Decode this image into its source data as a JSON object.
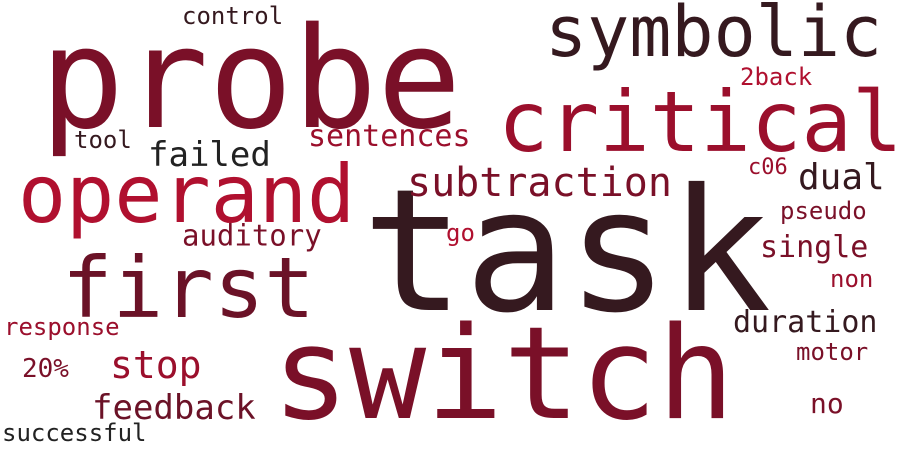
{
  "palette": {
    "background": "#ffffff",
    "darkest": "#35191f",
    "dark_wine": "#6b1227",
    "wine": "#7a1028",
    "crimson": "#9b0f2c",
    "red": "#b0102f",
    "light_text": "#222222"
  },
  "words": [
    {
      "text": "task",
      "color": "#35191f"
    },
    {
      "text": "probe",
      "color": "#7a1028"
    },
    {
      "text": "switch",
      "color": "#7a1028"
    },
    {
      "text": "symbolic",
      "color": "#35191f"
    },
    {
      "text": "critical",
      "color": "#9b0f2c"
    },
    {
      "text": "operand",
      "color": "#b0102f"
    },
    {
      "text": "first",
      "color": "#6b1227"
    },
    {
      "text": "subtraction",
      "color": "#7a1028"
    },
    {
      "text": "failed",
      "color": "#222222"
    },
    {
      "text": "sentences",
      "color": "#9b0f2c"
    },
    {
      "text": "dual",
      "color": "#35191f"
    },
    {
      "text": "single",
      "color": "#7a1028"
    },
    {
      "text": "duration",
      "color": "#35191f"
    },
    {
      "text": "stop",
      "color": "#9b0f2c"
    },
    {
      "text": "feedback",
      "color": "#6b1227"
    },
    {
      "text": "auditory",
      "color": "#7a1028"
    },
    {
      "text": "control",
      "color": "#35191f"
    },
    {
      "text": "tool",
      "color": "#35191f"
    },
    {
      "text": "2back",
      "color": "#b0102f"
    },
    {
      "text": "c06",
      "color": "#9b0f2c"
    },
    {
      "text": "pseudo",
      "color": "#7a1028"
    },
    {
      "text": "go",
      "color": "#b0102f"
    },
    {
      "text": "non",
      "color": "#9b0f2c"
    },
    {
      "text": "response",
      "color": "#9b0f2c"
    },
    {
      "text": "20%",
      "color": "#7a1028"
    },
    {
      "text": "motor",
      "color": "#7a1028"
    },
    {
      "text": "no",
      "color": "#7a1028"
    },
    {
      "text": "successful",
      "color": "#222222"
    }
  ]
}
